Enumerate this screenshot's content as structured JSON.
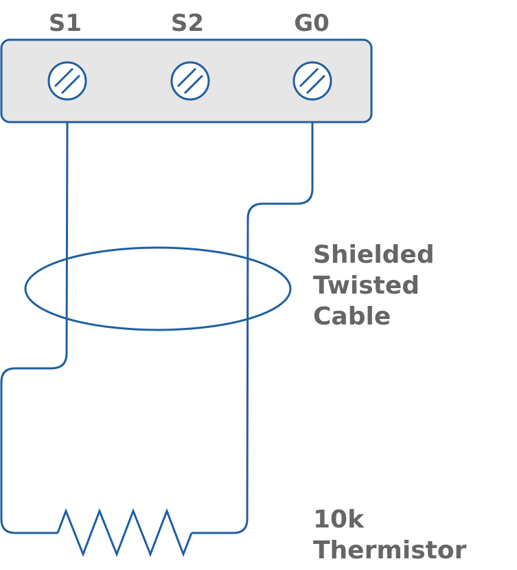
{
  "terminals": {
    "s1": "S1",
    "s2": "S2",
    "g0": "G0"
  },
  "cable_label": {
    "line1": "Shielded",
    "line2": "Twisted",
    "line3": "Cable"
  },
  "thermistor_label": {
    "line1": "10k",
    "line2": "Thermistor"
  },
  "colors": {
    "wire": "#1f5fa0",
    "terminal_block_fill": "#e6e6e6",
    "label_text": "#666666"
  }
}
